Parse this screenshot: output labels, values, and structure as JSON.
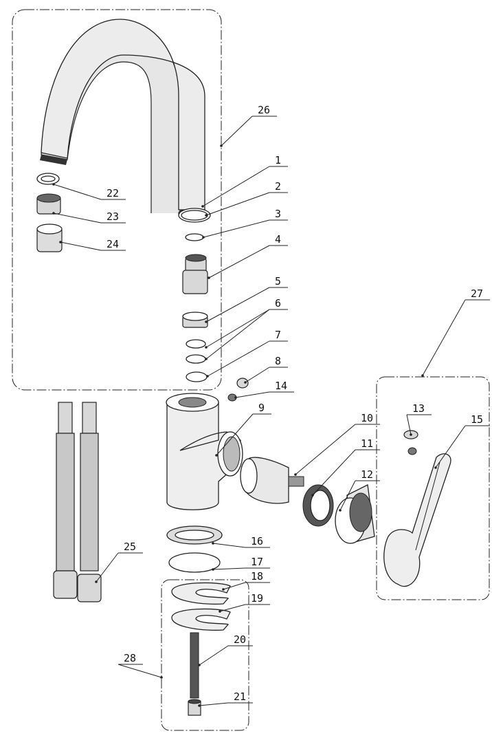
{
  "diagram": {
    "type": "exploded-parts-view",
    "callouts": [
      "1",
      "2",
      "3",
      "4",
      "5",
      "6",
      "7",
      "8",
      "9",
      "10",
      "11",
      "12",
      "13",
      "14",
      "15",
      "16",
      "17",
      "18",
      "19",
      "20",
      "21",
      "22",
      "23",
      "24",
      "25",
      "26",
      "27",
      "28"
    ],
    "callout_14_second": "14"
  }
}
